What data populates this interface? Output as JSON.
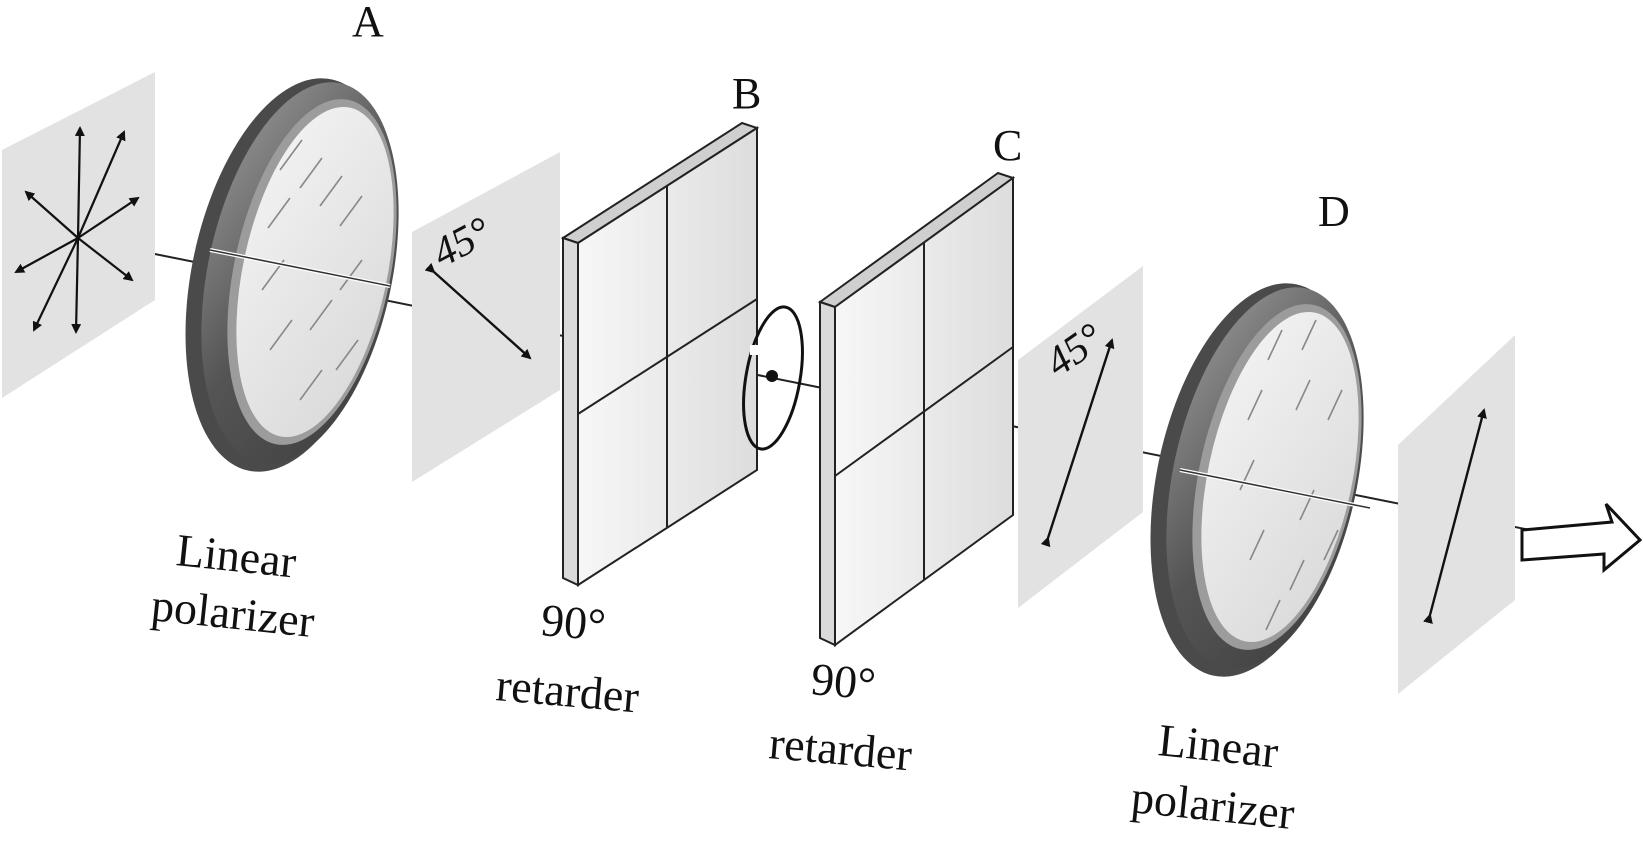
{
  "labels": {
    "a": "A",
    "b": "B",
    "c": "C",
    "d": "D"
  },
  "angles": {
    "first": "45°",
    "second": "45°"
  },
  "captions": {
    "polarizer_left": [
      "Linear",
      "polarizer"
    ],
    "retarder_b": [
      "90°",
      "retarder"
    ],
    "retarder_c": [
      "90°",
      "retarder"
    ],
    "polarizer_right": [
      "Linear",
      "polarizer"
    ]
  },
  "colors": {
    "panel": "#e2e2e2",
    "ring_dark": "#5e5e5e",
    "ring_mid": "#8a8a8a",
    "glass": "#eeeeee",
    "ink": "#111111"
  }
}
